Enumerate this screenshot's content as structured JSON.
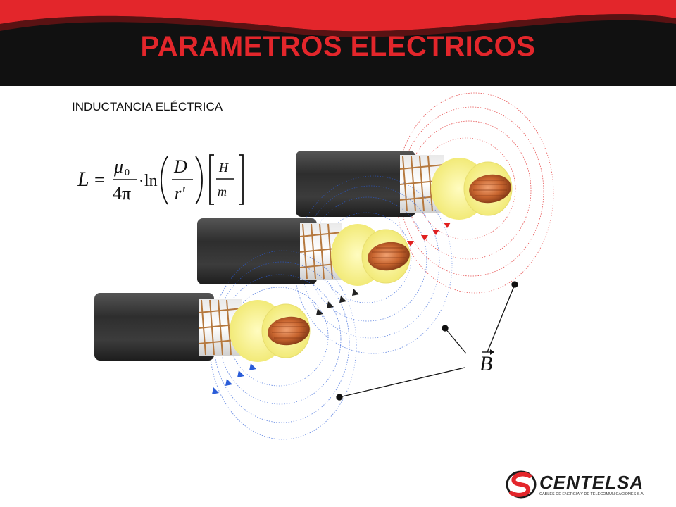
{
  "slide": {
    "title": "PARAMETROS ELECTRICOS",
    "subtitle": "INDUCTANCIA ELÉCTRICA"
  },
  "formula": {
    "lhs": "L",
    "equals": "=",
    "mu": "μ",
    "mu_sub": "0",
    "denominator": "4π",
    "ln": "ln",
    "dot": "·",
    "D": "D",
    "r": "r'",
    "unit_num": "H",
    "unit_den": "m"
  },
  "illustration": {
    "field_label": "B",
    "cable_count": 3,
    "colors": {
      "jacket": "#3a3a3a",
      "insulation": "#f3f08a",
      "copper": "#c8652f",
      "field_red": "#e02020",
      "field_blue": "#2a5cd8"
    }
  },
  "logo": {
    "name": "CENTELSA",
    "tagline": "CABLES DE ENERGIA Y DE TELECOMUNICACIONES S.A.",
    "colors": {
      "red": "#e3262b",
      "dark": "#1a1a1a"
    }
  }
}
